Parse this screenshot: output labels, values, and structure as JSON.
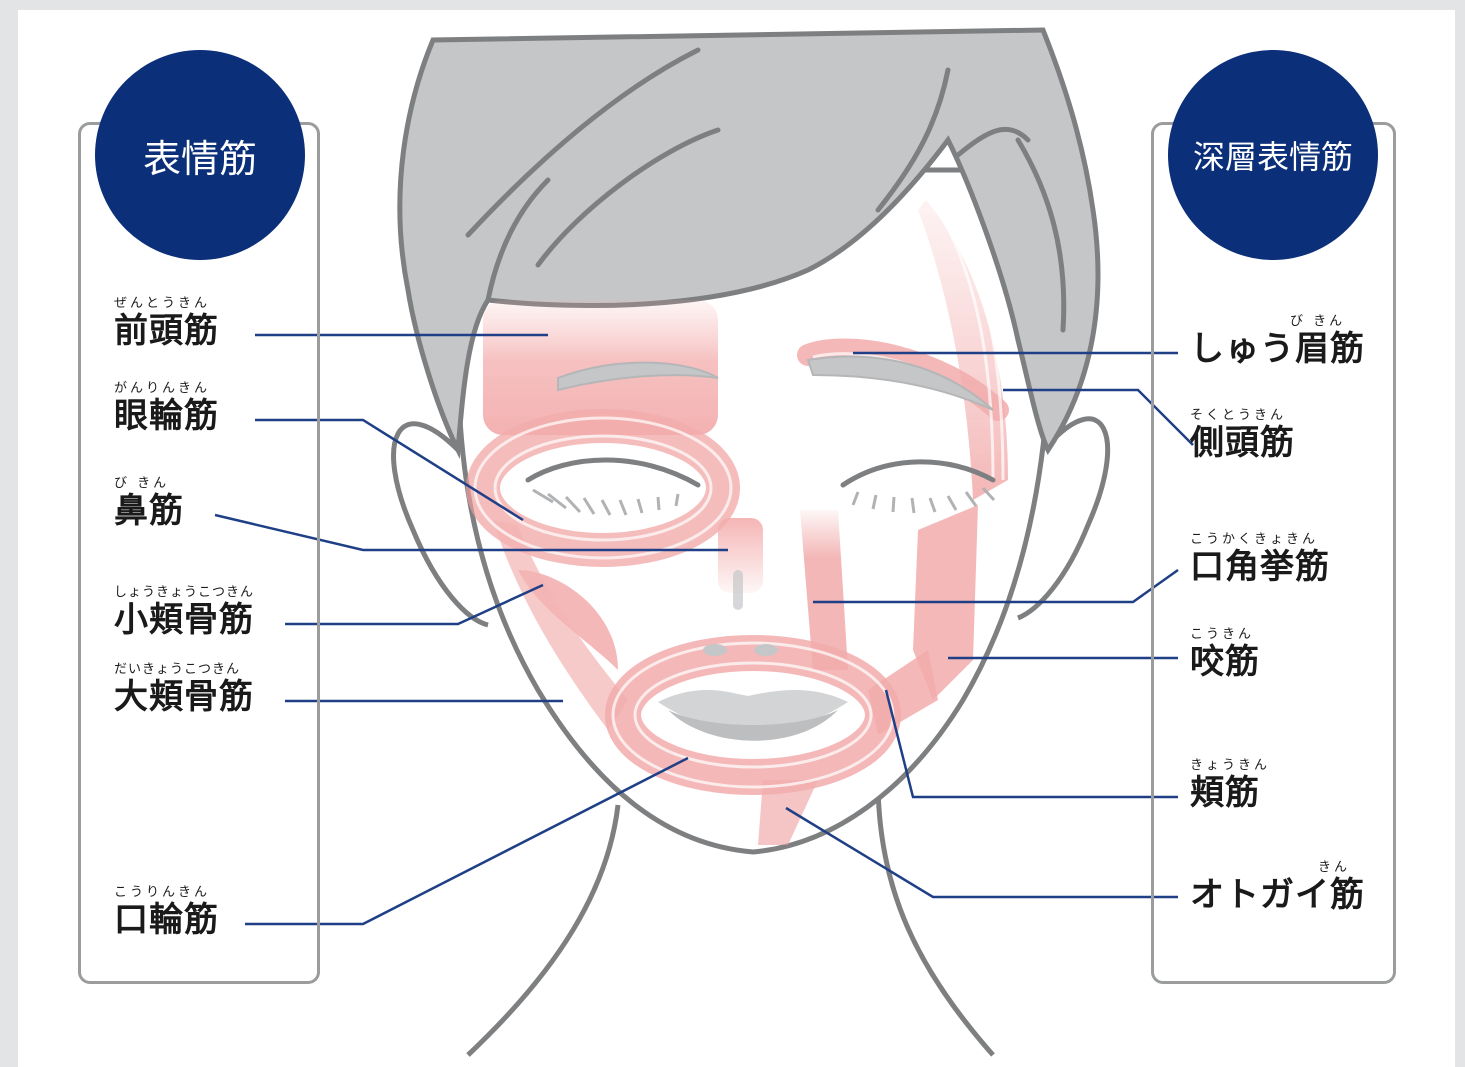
{
  "left_panel": {
    "title": "表情筋",
    "muscles": [
      {
        "key": "frontalis",
        "ruby": "ぜんとうきん",
        "name": "前頭筋"
      },
      {
        "key": "orbicularis-oculi",
        "ruby": "がんりんきん",
        "name": "眼輪筋"
      },
      {
        "key": "nasalis",
        "ruby": "び きん",
        "name": "鼻筋"
      },
      {
        "key": "zygomaticus-minor",
        "ruby": "しょうきょうこつきん",
        "name": "小頬骨筋"
      },
      {
        "key": "zygomaticus-major",
        "ruby": "だいきょうこつきん",
        "name": "大頬骨筋"
      },
      {
        "key": "orbicularis-oris",
        "ruby": "こうりんきん",
        "name": "口輪筋"
      }
    ]
  },
  "right_panel": {
    "title": "深層表情筋",
    "muscles": [
      {
        "key": "corrugator",
        "ruby": "び きん",
        "name": "しゅう眉筋"
      },
      {
        "key": "temporalis",
        "ruby": "そくとうきん",
        "name": "側頭筋"
      },
      {
        "key": "levator-anguli-oris",
        "ruby": "こうかくきょきん",
        "name": "口角挙筋"
      },
      {
        "key": "masseter",
        "ruby": "こうきん",
        "name": "咬筋"
      },
      {
        "key": "buccinator",
        "ruby": "きょうきん",
        "name": "頬筋"
      },
      {
        "key": "mentalis",
        "ruby": "きん",
        "name": "オトガイ筋"
      }
    ]
  },
  "colors": {
    "badge": "#0c2f7a",
    "leader_line": "#1f3f86",
    "panel_border": "#9a9c9e",
    "hair": "#c5c6c8",
    "outline": "#7d7f81",
    "muscle": "#ef9a9a"
  }
}
